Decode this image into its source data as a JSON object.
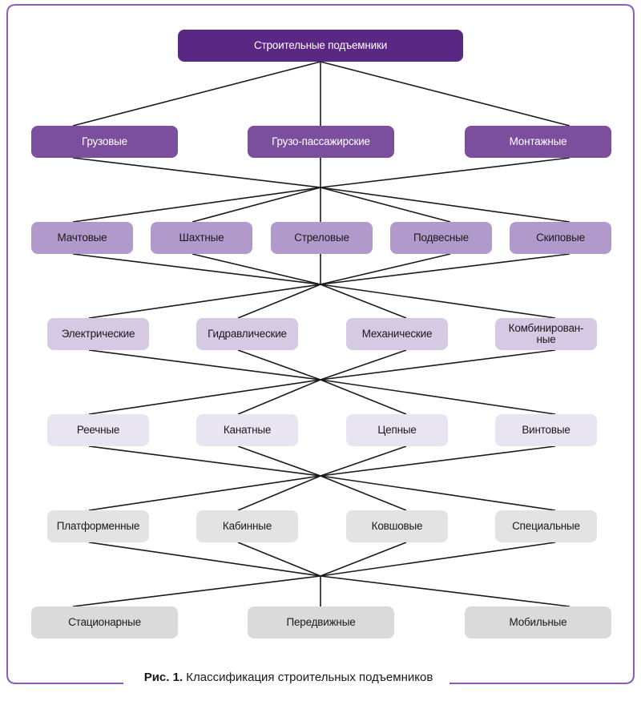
{
  "diagram": {
    "title": "Строительные подъемники",
    "levels": [
      {
        "name": "root",
        "nodes": [
          "Строительные подъемники"
        ]
      },
      {
        "name": "by-purpose",
        "nodes": [
          "Грузовые",
          "Грузо-пассажирские",
          "Монтажные"
        ]
      },
      {
        "name": "by-design",
        "nodes": [
          "Мачтовые",
          "Шахтные",
          "Стреловые",
          "Подвесные",
          "Скиповые"
        ]
      },
      {
        "name": "by-drive",
        "nodes": [
          "Электрические",
          "Гидравлические",
          "Механические",
          "Комбинирован-\nные"
        ]
      },
      {
        "name": "by-lifting-mechanism",
        "nodes": [
          "Реечные",
          "Канатные",
          "Цепные",
          "Винтовые"
        ]
      },
      {
        "name": "by-load-carrier",
        "nodes": [
          "Платформенные",
          "Кабинные",
          "Ковшовые",
          "Специальные"
        ]
      },
      {
        "name": "by-mobility",
        "nodes": [
          "Стационарные",
          "Передвижные",
          "Мобильные"
        ]
      }
    ],
    "connection_style": "every node of a level connects through a shared hub to every node of the next level"
  },
  "colors": {
    "frame": "#8a5db8",
    "connector": "#1a1a1a",
    "level_fills": [
      "#5b2785",
      "#7b4f9d",
      "#b19acb",
      "#d5c9e4",
      "#e9e4f2",
      "#e3e3e3",
      "#dadada"
    ]
  },
  "caption": {
    "label": "Рис. 1.",
    "text": "Классификация строительных подъемников"
  }
}
